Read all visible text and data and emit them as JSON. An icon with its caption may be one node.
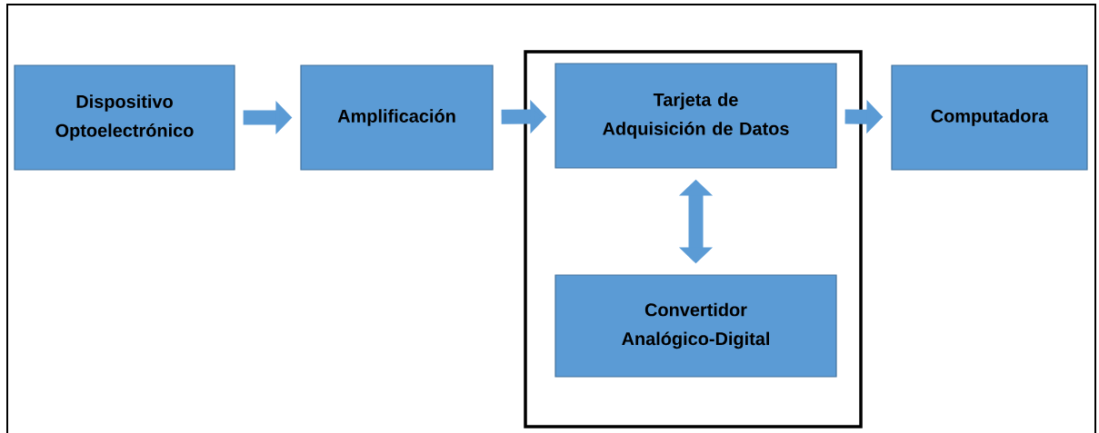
{
  "diagram": {
    "nodes": [
      {
        "text": [
          "Dispositivo Optoelectrónico"
        ]
      },
      {
        "text": [
          "Amplificación"
        ]
      },
      {
        "text": [],
        "shape": "box"
      },
      {
        "text": [
          "Tarjeta de Adquisición de Datos"
        ],
        "in": 2
      },
      {
        "text": [
          "Convertidor Analógico-Digital"
        ],
        "in": 2
      },
      {
        "text": [
          "Computadora"
        ]
      }
    ],
    "edges": [
      {
        "from": 0,
        "to": 1,
        "arrow": "to"
      },
      {
        "from": 1,
        "to": 3,
        "arrow": "to"
      },
      {
        "from": 3,
        "to": 5,
        "arrow": "to"
      },
      {
        "from": 3,
        "to": 4,
        "arrow": "both"
      }
    ]
  }
}
